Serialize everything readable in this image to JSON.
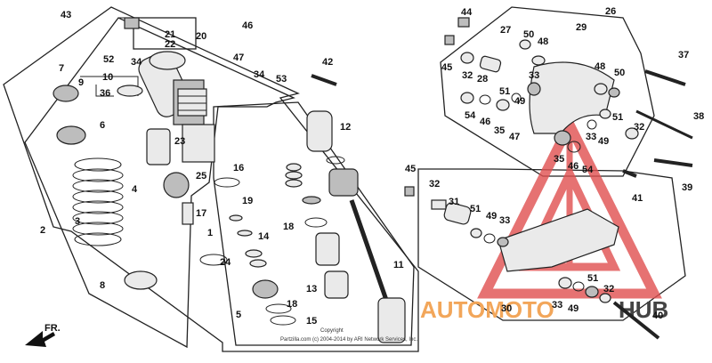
{
  "callouts": {
    "c43": "43",
    "c52": "52",
    "c34a": "34",
    "c21": "21",
    "c22": "22",
    "c20": "20",
    "c47a": "47",
    "c46a": "46",
    "c34b": "34",
    "c53": "53",
    "c7": "7",
    "c9": "9",
    "c10": "10",
    "c36": "36",
    "c6": "6",
    "c23": "23",
    "c25": "25",
    "c16": "16",
    "c12": "12",
    "c4": "4",
    "c19": "19",
    "c17": "17",
    "c1": "1",
    "c2": "2",
    "c3": "3",
    "c24": "24",
    "c8": "8",
    "c14": "14",
    "c18a": "18",
    "c18b": "18",
    "c13": "13",
    "c5": "5",
    "c15": "15",
    "c11": "11",
    "c42": "42",
    "c44": "44",
    "c27": "27",
    "c50a": "50",
    "c48a": "48",
    "c29": "29",
    "c26": "26",
    "c45a": "45",
    "c32a": "32",
    "c28": "28",
    "c33a": "33",
    "c51a": "51",
    "c49a": "49",
    "c48b": "48",
    "c50b": "50",
    "c37": "37",
    "c54a": "54",
    "c46b": "46",
    "c35a": "35",
    "c47b": "47",
    "c51b": "51",
    "c49b": "49",
    "c32b": "32",
    "c38": "38",
    "c35b": "35",
    "c46c": "46",
    "c54b": "54",
    "c33b": "33",
    "c39": "39",
    "c45b": "45",
    "c41": "41",
    "c32c": "32",
    "c31": "31",
    "c51c": "51",
    "c49c": "49",
    "c33c": "33",
    "c51d": "51",
    "c32d": "32",
    "c33d": "33",
    "c49d": "49",
    "c30": "30",
    "c40": "40"
  },
  "direction": "FR.",
  "copyright": [
    "Copyright",
    "Partzilla.com (c) 2004-2014 by ARI Network Services, Inc."
  ],
  "watermark": {
    "left": "AUTOMOTO",
    "right": "HUB",
    "accent": "#e05050",
    "orange": "#f2a65a",
    "dark": "#444444"
  }
}
